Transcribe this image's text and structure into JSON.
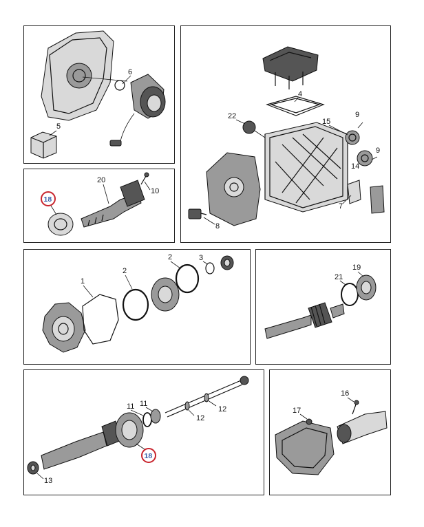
{
  "callouts": {
    "p1": [
      "6",
      "5"
    ],
    "p2": [
      "4",
      "22",
      "15",
      "9",
      "14",
      "9",
      "7",
      "8"
    ],
    "p3": [
      "18",
      "20",
      "10"
    ],
    "p4": [
      "1",
      "2",
      "2",
      "3"
    ],
    "p5": [
      "21",
      "19"
    ],
    "p6": [
      "11",
      "11",
      "12",
      "12",
      "18",
      "13"
    ],
    "p7": [
      "17",
      "16"
    ]
  },
  "colors": {
    "highlight_ring": "#c8232c",
    "highlight_text": "#3a5fa8",
    "line": "#111111"
  }
}
